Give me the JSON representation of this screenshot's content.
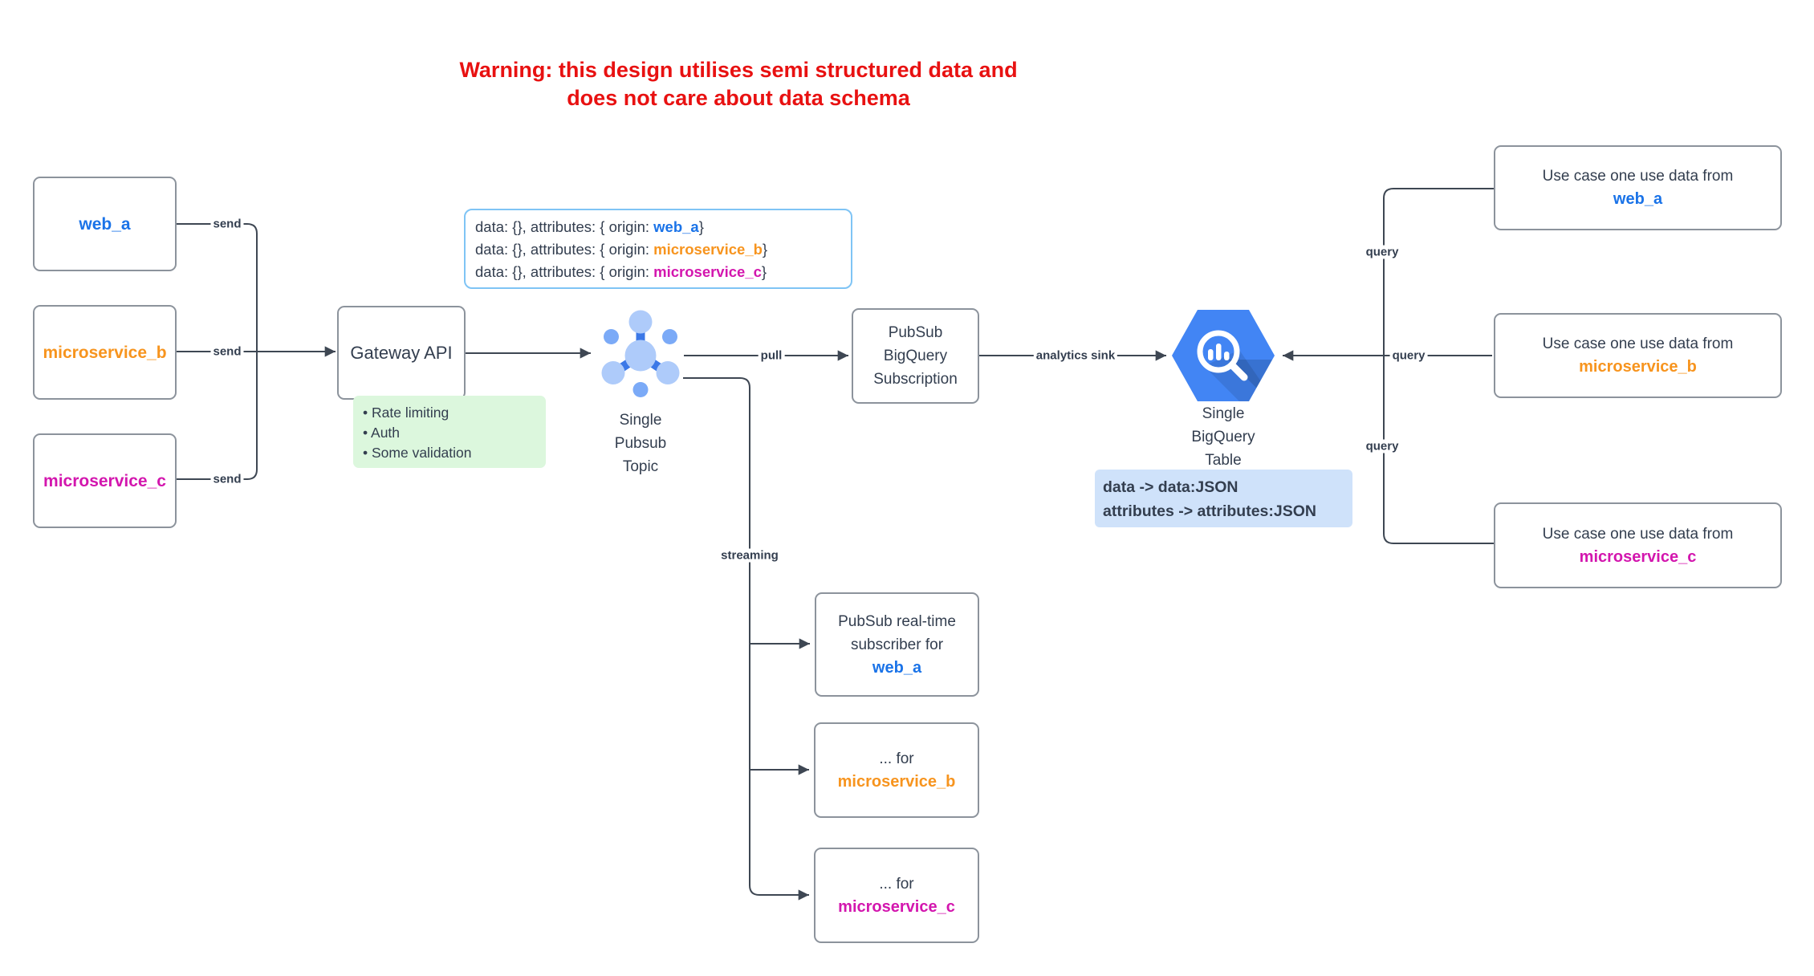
{
  "colors": {
    "accent_blue": "#1a73e8",
    "accent_orange": "#f7941e",
    "accent_magenta": "#d316ae",
    "warning_red": "#e81111",
    "edge": "#3e4753",
    "text_dark": "#333e4f",
    "green_note_bg": "#dcf7dd",
    "blue_note_bg": "#cfe2fa",
    "attr_note_border": "#7fc4f5",
    "pubsub_light": "#aecbfa",
    "pubsub_medium": "#7baaf7",
    "pubsub_connector": "#3b78e7",
    "bigquery_blue": "#4285f4"
  },
  "warning": {
    "line1": "Warning: this design utilises semi structured data and",
    "line2": "does not care about data schema"
  },
  "producers": [
    {
      "label": "web_a"
    },
    {
      "label": "microservice_b"
    },
    {
      "label": "microservice_c"
    }
  ],
  "edge_labels": {
    "send": "send",
    "pull": "pull",
    "streaming": "streaming",
    "analytics_sink": "analytics sink",
    "query": "query"
  },
  "gateway": {
    "label": "Gateway API"
  },
  "gateway_note": {
    "items": [
      "• Rate limiting",
      "• Auth",
      "• Some validation"
    ]
  },
  "attributes_note": {
    "prefix": "data: {}, attributes: { origin: ",
    "suffix": "}",
    "origins": [
      "web_a",
      "microservice_b",
      "microservice_c"
    ]
  },
  "topic": {
    "line1": "Single",
    "line2": "Pubsub",
    "line3": "Topic"
  },
  "subscription": {
    "line1": "PubSub",
    "line2": "BigQuery",
    "line3": "Subscription"
  },
  "bigquery": {
    "line1": "Single",
    "line2": "BigQuery",
    "line3": "Table"
  },
  "bigquery_note": {
    "line1": "data -> data:JSON",
    "line2": "attributes -> attributes:JSON"
  },
  "subscribers": [
    {
      "line1": "PubSub real-time",
      "line2": "subscriber for",
      "origin": "web_a"
    },
    {
      "line1": "... for",
      "origin": "microservice_b"
    },
    {
      "line1": "... for",
      "origin": "microservice_c"
    }
  ],
  "use_cases": [
    {
      "line1": "Use case one use data from",
      "origin": "web_a"
    },
    {
      "line1": "Use case one use data from",
      "origin": "microservice_b"
    },
    {
      "line1": "Use case one use data from",
      "origin": "microservice_c"
    }
  ]
}
